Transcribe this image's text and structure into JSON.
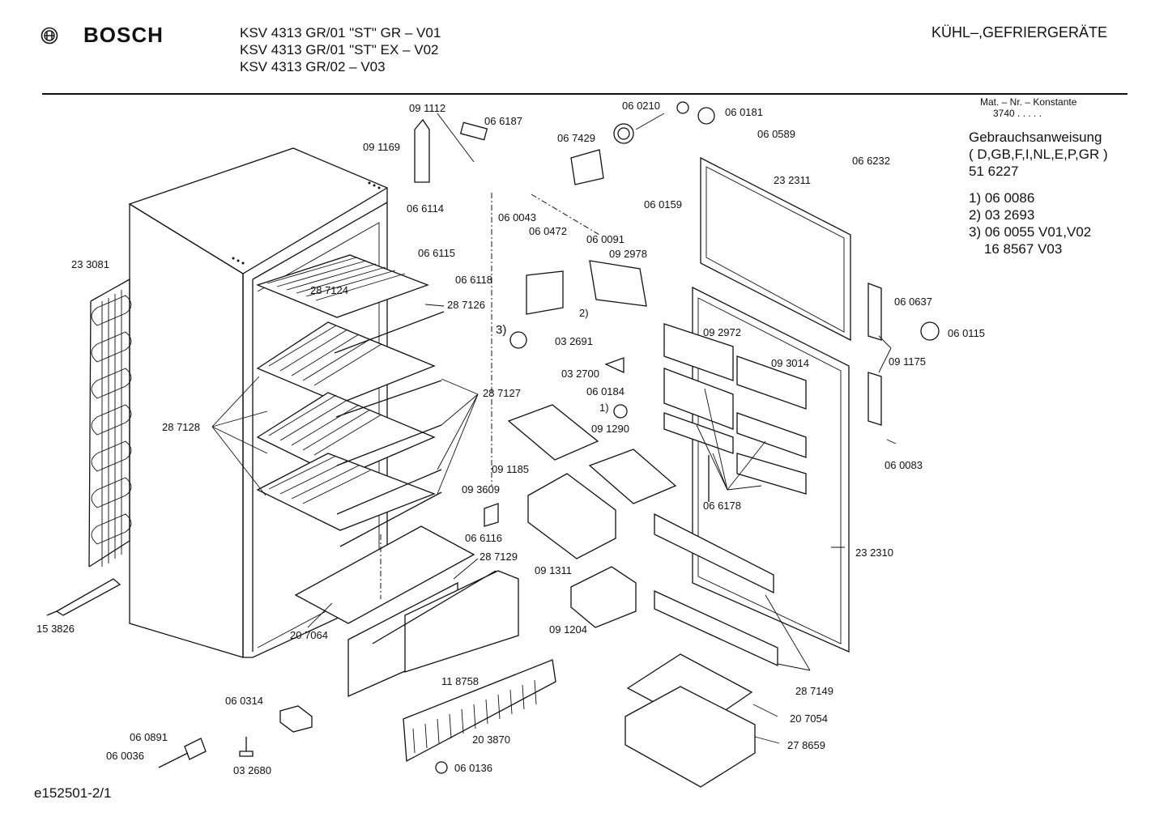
{
  "header": {
    "brand": "BOSCH",
    "models": [
      "KSV 4313 GR/01 \"ST\" GR – V01",
      "KSV 4313 GR/01 \"ST\" EX – V02",
      "KSV 4313 GR/02 – V03"
    ],
    "category": "KÜHL–,GEFRIERGERÄTE"
  },
  "info": {
    "mat_label": "Mat. – Nr. – Konstante",
    "mat_value": "3740 . . . . .",
    "manual_title": "Gebrauchsanweisung",
    "manual_langs": "( D,GB,F,I,NL,E,P,GR )",
    "manual_number": "51 6227",
    "notes": [
      "1) 06 0086",
      "2) 03 2693",
      "3) 06 0055 V01,V02",
      "    16 8567 V03"
    ]
  },
  "footer": {
    "drawing_id": "e152501-2/1"
  },
  "parts": [
    {
      "id": "p1",
      "text": "09 1112"
    },
    {
      "id": "p2",
      "text": "06 6187"
    },
    {
      "id": "p3",
      "text": "09 1169"
    },
    {
      "id": "p4",
      "text": "06 0210"
    },
    {
      "id": "p5",
      "text": "06 0181"
    },
    {
      "id": "p6",
      "text": "06 0589"
    },
    {
      "id": "p7",
      "text": "06 7429"
    },
    {
      "id": "p8",
      "text": "06 6232"
    },
    {
      "id": "p9",
      "text": "23 2311"
    },
    {
      "id": "p10",
      "text": "06 6114"
    },
    {
      "id": "p11",
      "text": "06 0043"
    },
    {
      "id": "p12",
      "text": "06 0472"
    },
    {
      "id": "p13",
      "text": "06 0159"
    },
    {
      "id": "p14",
      "text": "06 6115"
    },
    {
      "id": "p15",
      "text": "06 0091"
    },
    {
      "id": "p16",
      "text": "09 2978"
    },
    {
      "id": "p17",
      "text": "23 3081"
    },
    {
      "id": "p18",
      "text": "28 7124"
    },
    {
      "id": "p19",
      "text": "06 6118"
    },
    {
      "id": "p20",
      "text": "28 7126"
    },
    {
      "id": "p21",
      "text": "2)"
    },
    {
      "id": "p22",
      "text": "06 0637"
    },
    {
      "id": "p23",
      "text": "3)"
    },
    {
      "id": "p24",
      "text": "03 2691"
    },
    {
      "id": "p25",
      "text": "09 2972"
    },
    {
      "id": "p26",
      "text": "06 0115"
    },
    {
      "id": "p27",
      "text": "09 3014"
    },
    {
      "id": "p28",
      "text": "09 1175"
    },
    {
      "id": "p29",
      "text": "03 2700"
    },
    {
      "id": "p30",
      "text": "28 7127"
    },
    {
      "id": "p31",
      "text": "06 0184"
    },
    {
      "id": "p32",
      "text": "1)"
    },
    {
      "id": "p33",
      "text": "28 7128"
    },
    {
      "id": "p34",
      "text": "09 1290"
    },
    {
      "id": "p35",
      "text": "06 0083"
    },
    {
      "id": "p36",
      "text": "09 1185"
    },
    {
      "id": "p37",
      "text": "09 3609"
    },
    {
      "id": "p38",
      "text": "06 6178"
    },
    {
      "id": "p39",
      "text": "06 6116"
    },
    {
      "id": "p40",
      "text": "28 7129"
    },
    {
      "id": "p41",
      "text": "23 2310"
    },
    {
      "id": "p42",
      "text": "09 1311"
    },
    {
      "id": "p43",
      "text": "09 1204"
    },
    {
      "id": "p44",
      "text": "15 3826"
    },
    {
      "id": "p45",
      "text": "20 7064"
    },
    {
      "id": "p46",
      "text": "11 8758"
    },
    {
      "id": "p47",
      "text": "28 7149"
    },
    {
      "id": "p48",
      "text": "06 0314"
    },
    {
      "id": "p49",
      "text": "20 7054"
    },
    {
      "id": "p50",
      "text": "06 0891"
    },
    {
      "id": "p51",
      "text": "20 3870"
    },
    {
      "id": "p52",
      "text": "27 8659"
    },
    {
      "id": "p53",
      "text": "06 0036"
    },
    {
      "id": "p54",
      "text": "06 0136"
    },
    {
      "id": "p55",
      "text": "03 2680"
    }
  ]
}
